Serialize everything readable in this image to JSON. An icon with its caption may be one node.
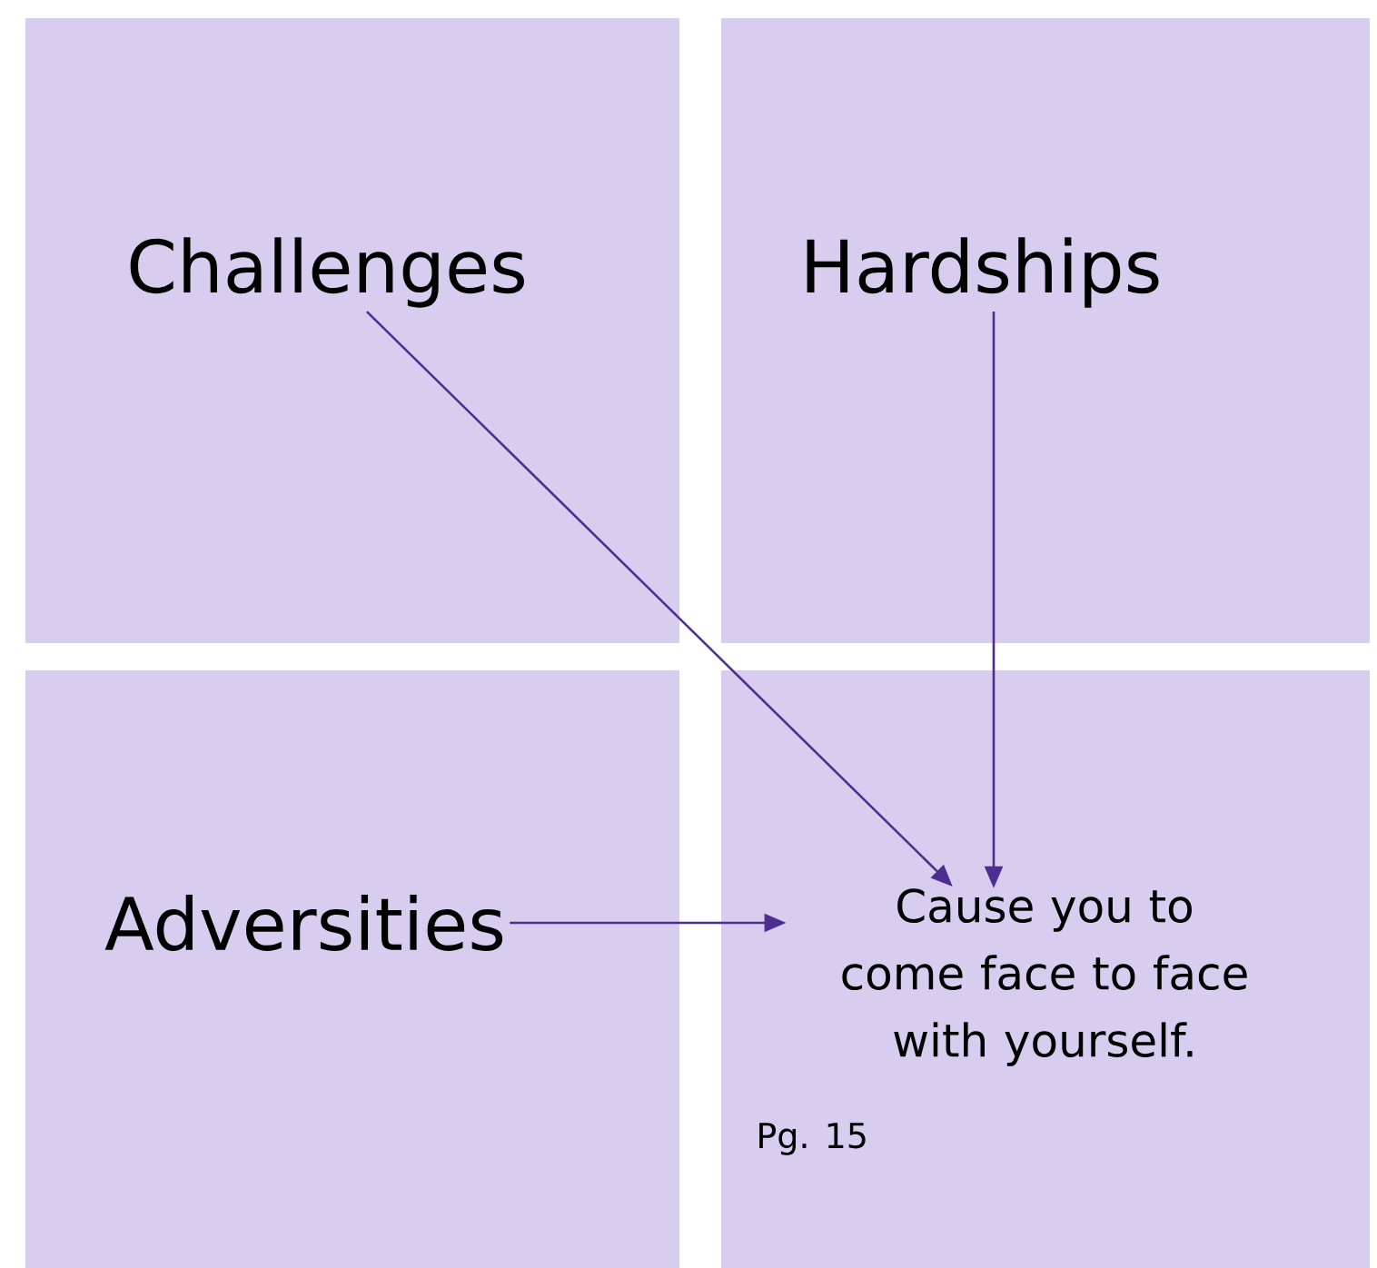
{
  "diagram": {
    "nodes": [
      {
        "text": [
          "Challenges"
        ]
      },
      {
        "text": [
          "Hardships"
        ]
      },
      {
        "text": [
          "Adversities"
        ]
      },
      {
        "text": [],
        "shape": "box"
      },
      {
        "text": [
          "Cause you to come face to face with yourself."
        ],
        "in": 3
      }
    ],
    "edges": [
      {
        "from": 0,
        "to": 4,
        "arrow": "to"
      },
      {
        "from": 1,
        "to": 4,
        "arrow": "to"
      },
      {
        "from": 2,
        "to": 4,
        "arrow": "to"
      }
    ],
    "labels": [
      "Pg. 15"
    ]
  }
}
